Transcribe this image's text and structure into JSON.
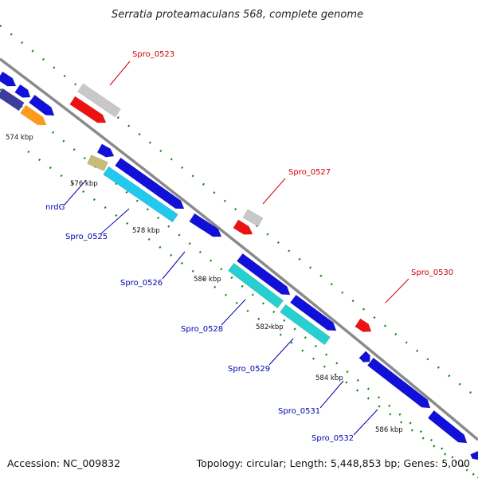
{
  "title": "Serratia proteamaculans 568, complete genome",
  "footer": {
    "accession": "Accession: NC_009832",
    "summary": "Topology: circular; Length: 5,448,853 bp; Genes: 5,000"
  },
  "colors": {
    "backbone": "#8a8a8a",
    "dots": "#1a8a1a",
    "gene_blue": "#1010d8",
    "gene_navy": "#3c3ca0",
    "gene_orange": "#ff9a1a",
    "gene_grey": "#c8c8c8",
    "gene_red": "#ee1111",
    "gene_khaki": "#c8bc78",
    "gene_cyan": "#22c8ee",
    "gene_teal": "#26d0d0",
    "label_red": "#d00000",
    "label_blue": "#0000b0"
  },
  "ticks": [
    "574 kbp",
    "576 kbp",
    "578 kbp",
    "580 kbp",
    "582 kbp",
    "584 kbp",
    "586 kbp"
  ],
  "gene_labels": {
    "spro_0523": "Spro_0523",
    "spro_0527": "Spro_0527",
    "spro_0530": "Spro_0530",
    "nrdG": "nrdG",
    "spro_0525": "Spro_0525",
    "spro_0526": "Spro_0526",
    "spro_0528": "Spro_0528",
    "spro_0529": "Spro_0529",
    "spro_0531": "Spro_0531",
    "spro_0532": "Spro_0532"
  }
}
